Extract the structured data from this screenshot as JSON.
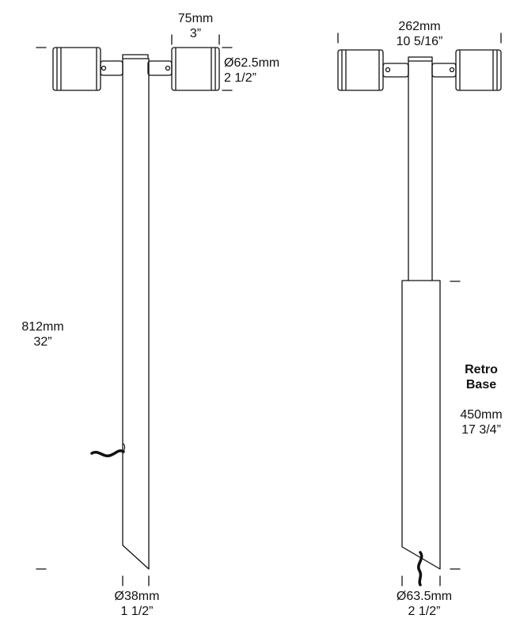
{
  "left_fixture": {
    "head_width": {
      "mm": "75mm",
      "inch": "3”"
    },
    "head_diameter": {
      "mm": "Ø62.5mm",
      "inch": "2 1/2”"
    },
    "total_height": {
      "mm": "812mm",
      "inch": "32”"
    },
    "spike_diameter": {
      "mm": "Ø38mm",
      "inch": "1 1/2”"
    }
  },
  "right_fixture": {
    "overall_width": {
      "mm": "262mm",
      "inch": "10 5/16”"
    },
    "base_label": {
      "line1": "Retro",
      "line2": "Base"
    },
    "base_height": {
      "mm": "450mm",
      "inch": "17 3/4”"
    },
    "base_diameter": {
      "mm": "Ø63.5mm",
      "inch": "2 1/2”"
    }
  },
  "colors": {
    "line": "#111111",
    "body": "#ffffff"
  }
}
